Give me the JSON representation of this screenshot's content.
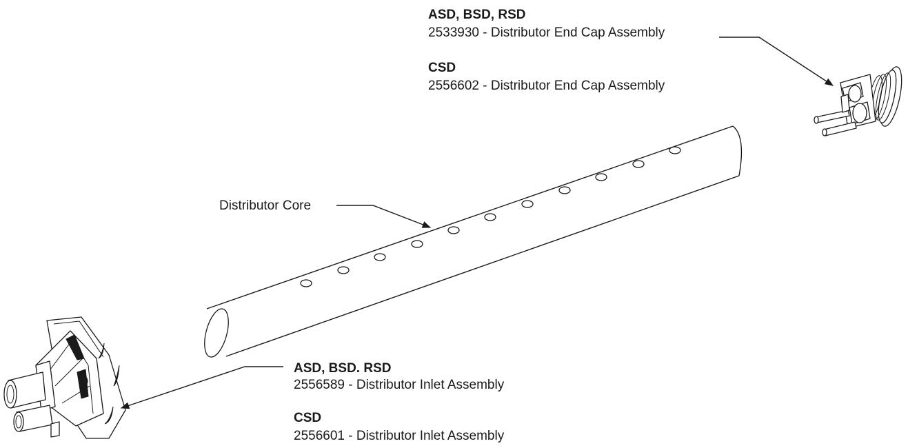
{
  "callouts": {
    "end_cap": {
      "group1": {
        "models": "ASD, BSD, RSD",
        "part": "2533930 - Distributor End Cap Assembly"
      },
      "group2": {
        "models": "CSD",
        "part": "2556602 - Distributor End Cap Assembly"
      }
    },
    "core": {
      "label": "Distributor Core"
    },
    "inlet": {
      "group1": {
        "models": "ASD, BSD. RSD",
        "part": "2556589 - Distributor Inlet Assembly"
      },
      "group2": {
        "models": "CSD",
        "part": "2556601 - Distributor Inlet Assembly"
      }
    }
  }
}
